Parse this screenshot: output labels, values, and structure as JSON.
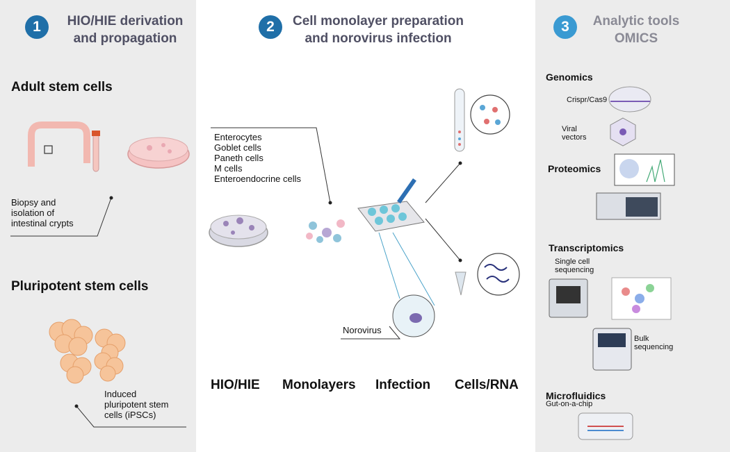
{
  "panels": {
    "derivation": {
      "number": "1",
      "title_line1": "HIO/HIE derivation",
      "title_line2": "and propagation",
      "adult_heading": "Adult stem cells",
      "biopsy_label": [
        "Biopsy and",
        "isolation of",
        "intestinal crypts"
      ],
      "pluripotent_heading": "Pluripotent stem cells",
      "ipsc_label": [
        "Induced",
        "pluripotent stem",
        "cells (iPSCs)"
      ]
    },
    "monolayer": {
      "number": "2",
      "title_line1": "Cell monolayer preparation",
      "title_line2": "and norovirus infection",
      "cell_types": [
        "Enterocytes",
        "Goblet cells",
        "Paneth cells",
        "M cells",
        "Enteroendocrine cells"
      ],
      "norovirus_label": "Norovirus",
      "bottom_labels": [
        "HIO/HIE",
        "Monolayers",
        "Infection",
        "Cells/RNA"
      ]
    },
    "analytics": {
      "number": "3",
      "title_line1": "Analytic tools",
      "title_line2": "OMICS",
      "genomics": "Genomics",
      "crispr": "Crispr/Cas9",
      "viral_vectors": [
        "Viral",
        "vectors"
      ],
      "proteomics": "Proteomics",
      "transcriptomics": "Transcriptomics",
      "single_cell": [
        "Single cell",
        "sequencing"
      ],
      "bulk": [
        "Bulk",
        "sequencing"
      ],
      "microfluidics": "Microfluidics",
      "gut_chip": "Gut-on-a-chip"
    }
  },
  "colors": {
    "badge_dark": "#1f6fa8",
    "badge_light": "#3a9ad2",
    "panel_gray": "#ececec",
    "title_gray": "#505064"
  }
}
